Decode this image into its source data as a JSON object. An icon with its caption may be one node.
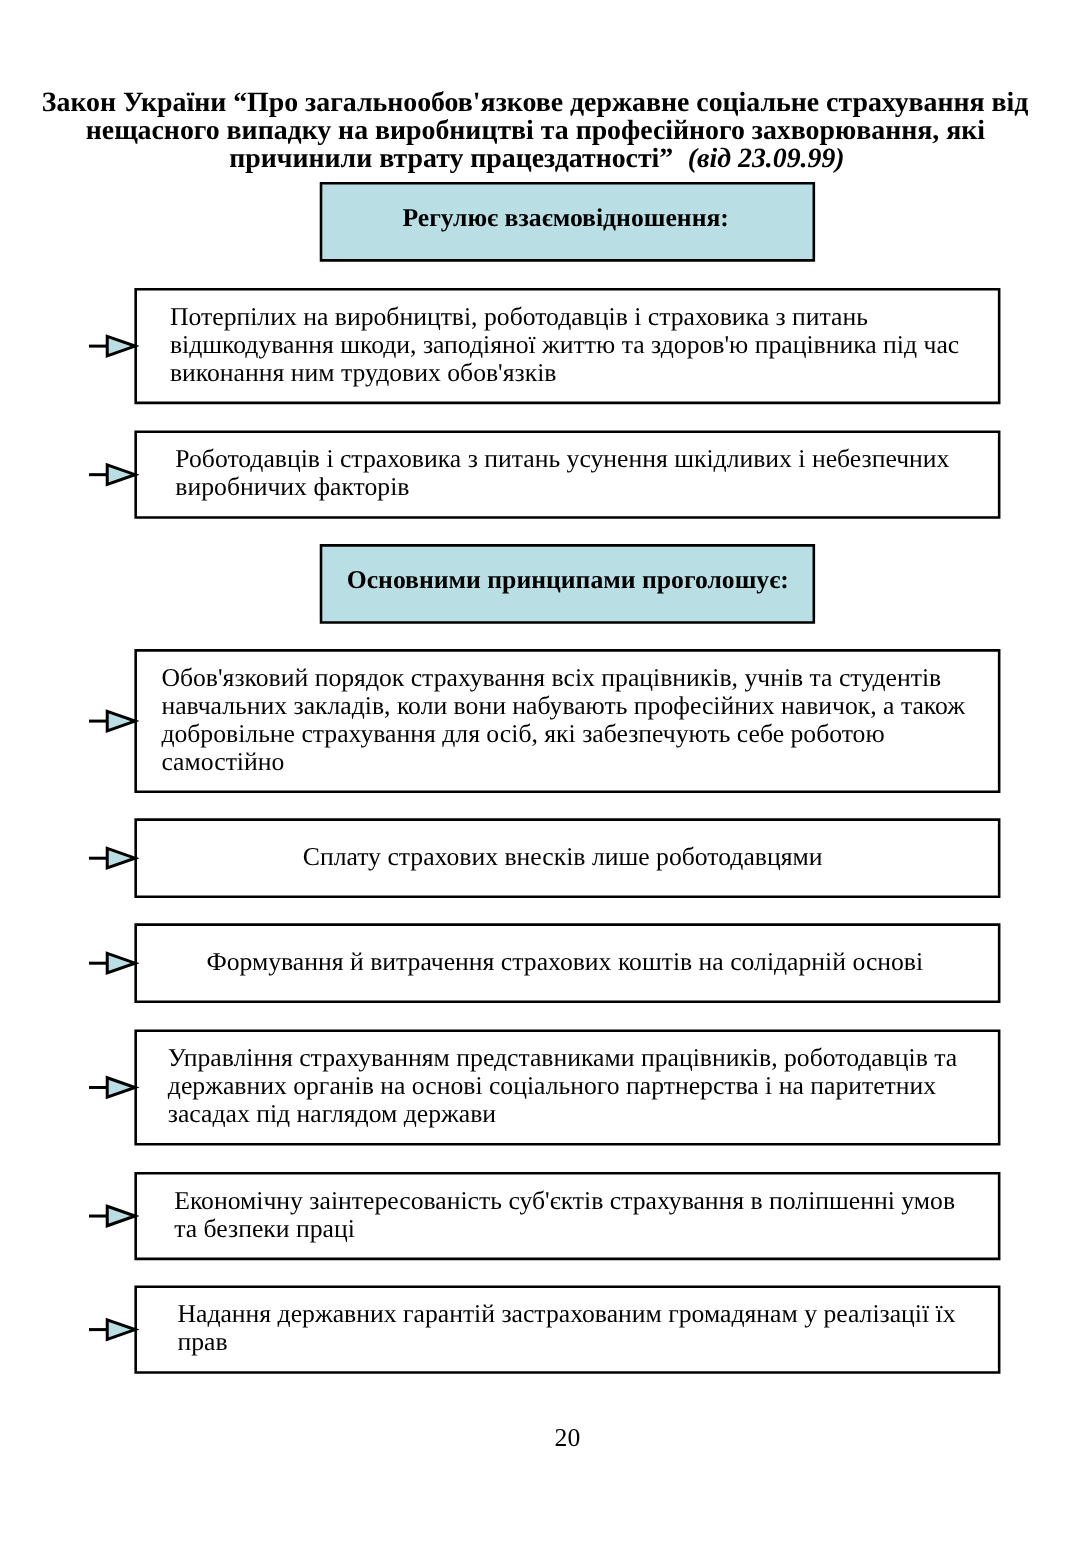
{
  "diagram": {
    "title": "Закон України “Про загальнообов'язкове державне соціальне страхування від нещасного випадку на виробництві та професійного захворювання, які причинили втрату працездатності” *(від 23.09.99)*",
    "nodes": [
      {
        "text": [
          "Регулює взаємовідношення:"
        ]
      },
      {
        "text": [
          "Потерпілих на виробництві, роботодавців і страховика з питань відшкодування шкоди, заподіяної життю та здоров'ю працівника під час виконання ним трудових обов'язків"
        ]
      },
      {
        "text": [
          "Роботодавців і страховика з питань усунення шкідливих і небезпечних виробничих факторів"
        ]
      },
      {
        "text": [
          "Основними принципами проголошує:"
        ]
      },
      {
        "text": [
          "Обов'язковий порядок страхування всіх працівників, учнів та студентів навчальних закладів, коли вони набувають професійних навичок, а також добровільне страхування для осіб, які забезпечують себе роботою самостійно"
        ]
      },
      {
        "text": [
          "Сплату страхових внесків лише роботодавцями"
        ]
      },
      {
        "text": [
          "Формування й витрачення страхових коштів на солідарній основі"
        ]
      },
      {
        "text": [
          "Управління страхуванням представниками працівників, роботодавців та державних органів на основі соціального партнерства і на паритетних засадах під наглядом держави"
        ]
      },
      {
        "text": [
          "Економічну заінтересованість суб'єктів страхування в поліпшенні умов та безпеки праці"
        ]
      },
      {
        "text": [
          "Надання державних гарантій застрахованим громадянам у реалізації їх прав"
        ]
      }
    ],
    "edges": [
      {
        "from": null,
        "to": 1,
        "arrow": "to"
      },
      {
        "from": null,
        "to": 2,
        "arrow": "to"
      },
      {
        "from": null,
        "to": 4,
        "arrow": "to"
      },
      {
        "from": null,
        "to": 5,
        "arrow": "to"
      },
      {
        "from": null,
        "to": 6,
        "arrow": "to"
      },
      {
        "from": null,
        "to": 7,
        "arrow": "to"
      },
      {
        "from": null,
        "to": 8,
        "arrow": "to"
      },
      {
        "from": null,
        "to": 9,
        "arrow": "to"
      }
    ],
    "labels": [
      "20"
    ]
  }
}
